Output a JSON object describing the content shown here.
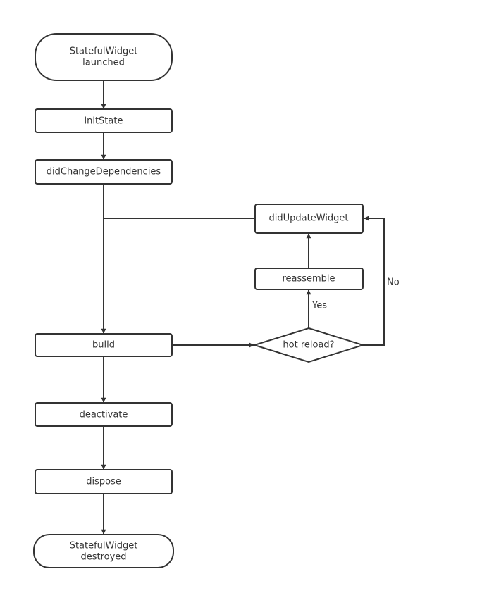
{
  "nodes": {
    "start": {
      "line1": "StatefulWidget",
      "line2": "launched"
    },
    "init_state": "initState",
    "did_change_dependencies": "didChangeDependencies",
    "did_update_widget": "didUpdateWidget",
    "reassemble": "reassemble",
    "build": "build",
    "hot_reload": "hot reload?",
    "deactivate": "deactivate",
    "dispose": "dispose",
    "end": {
      "line1": "StatefulWidget",
      "line2": "destroyed"
    }
  },
  "edge_labels": {
    "yes": "Yes",
    "no": "No"
  },
  "colors": {
    "stroke": "#333333",
    "fill": "#ffffff",
    "text": "#333333"
  }
}
